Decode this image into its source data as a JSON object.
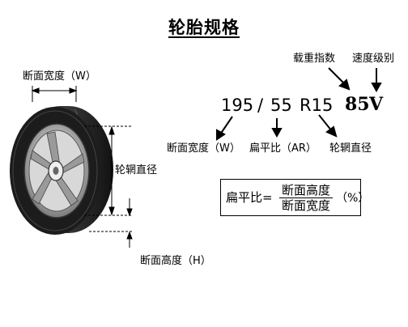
{
  "title": "轮胎规格",
  "tire_labels": {
    "width_top": "断面宽度（W）",
    "rim_diameter_side": "轮辋直径",
    "height_bottom": "断面高度（H）"
  },
  "spec_code": {
    "width": "195",
    "slash": "/",
    "aspect": "55",
    "rim": "R15",
    "load_index": "85",
    "speed_rating": "V"
  },
  "spec_labels_top": {
    "load_index": "载重指数",
    "speed_rating": "速度级别"
  },
  "spec_labels_bottom": {
    "width": "断面宽度（W）",
    "aspect": "扁平比（AR）",
    "rim": "轮辋直径"
  },
  "formula": {
    "name": "扁平比=",
    "numerator": "断面高度",
    "denominator": "断面宽度",
    "unit": "（%）"
  }
}
